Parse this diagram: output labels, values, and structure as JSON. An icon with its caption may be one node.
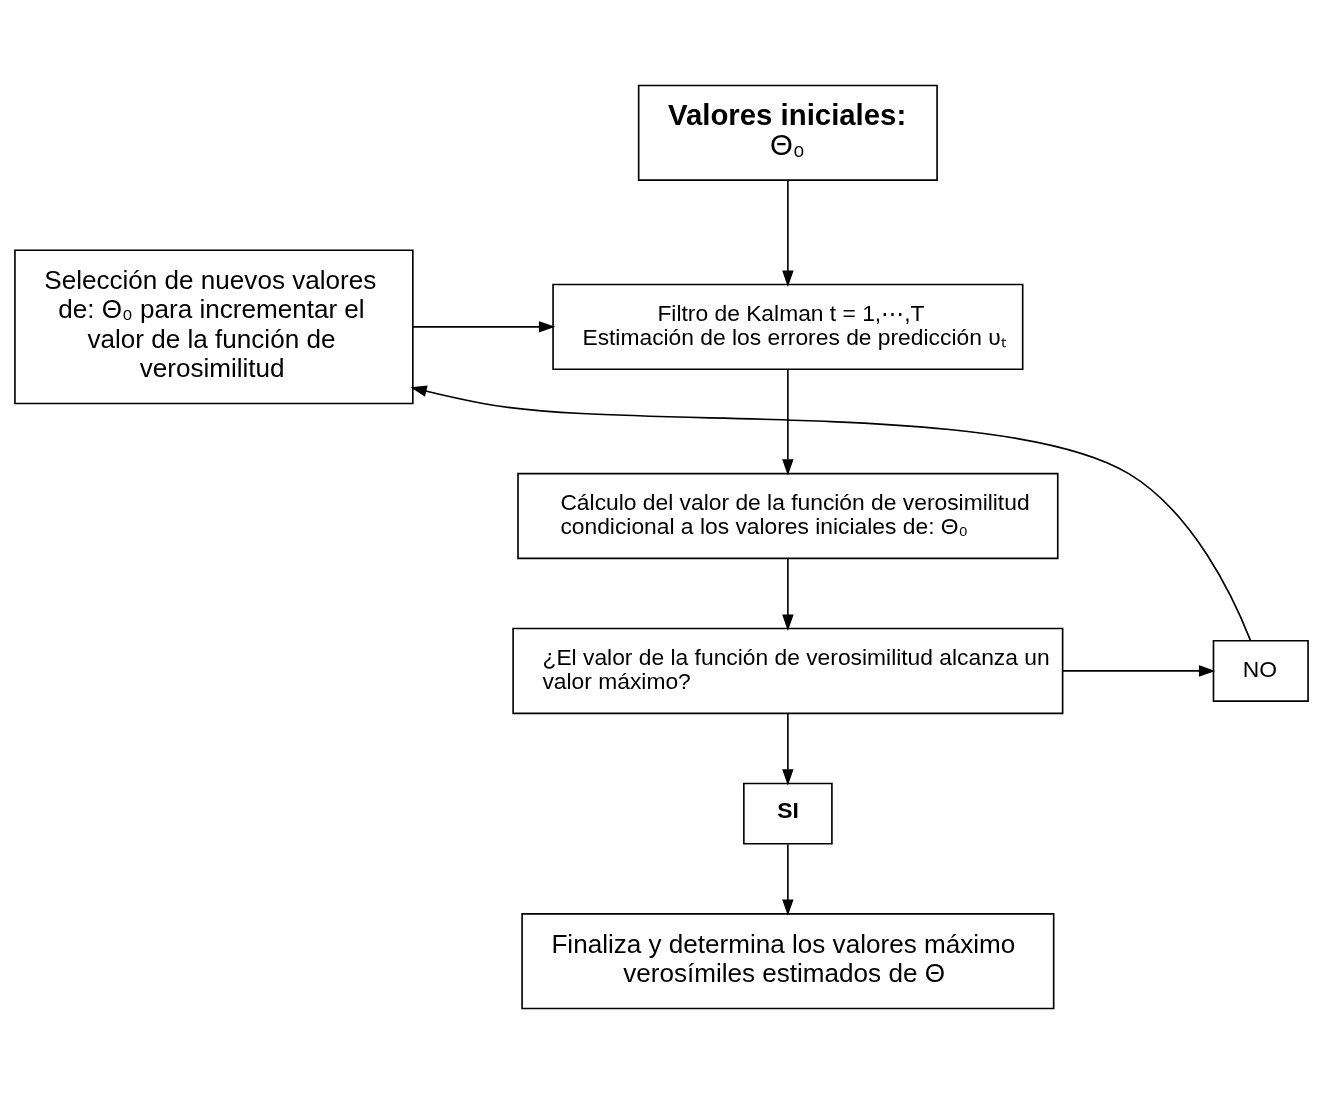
{
  "diagram": {
    "nodes": [
      {
        "text": [
          "Valores iniciales:",
          "Θ₀"
        ]
      },
      {
        "text": [
          "Filtro de Kalman t = 1,⋯,T",
          "Estimación de los errores de predicción υₜ"
        ]
      },
      {
        "text": [
          "Selección de nuevos valores de: Θ₀ para incrementar el valor de la función de verosimilitud"
        ]
      },
      {
        "text": [
          "Cálculo del valor de la función de verosimilitud condicional a los valores iniciales de: Θ₀"
        ]
      },
      {
        "text": [
          "¿El valor de la función de verosimilitud alcanza un valor máximo?"
        ]
      },
      {
        "text": [
          "NO"
        ]
      },
      {
        "text": [
          "SI"
        ]
      },
      {
        "text": [
          "Finaliza y determina los valores máximo verosímiles estimados de Θ"
        ]
      }
    ],
    "edges": [
      {
        "from": 0,
        "to": 1,
        "arrow": "to"
      },
      {
        "from": 1,
        "to": 3,
        "arrow": "to"
      },
      {
        "from": 3,
        "to": 4,
        "arrow": "to"
      },
      {
        "from": 4,
        "to": 5,
        "arrow": "to"
      },
      {
        "from": 5,
        "to": 2,
        "arrow": "to"
      },
      {
        "from": 2,
        "to": 1,
        "arrow": "to"
      },
      {
        "from": 4,
        "to": 6,
        "arrow": "to"
      },
      {
        "from": 6,
        "to": 7,
        "arrow": "to"
      }
    ]
  }
}
